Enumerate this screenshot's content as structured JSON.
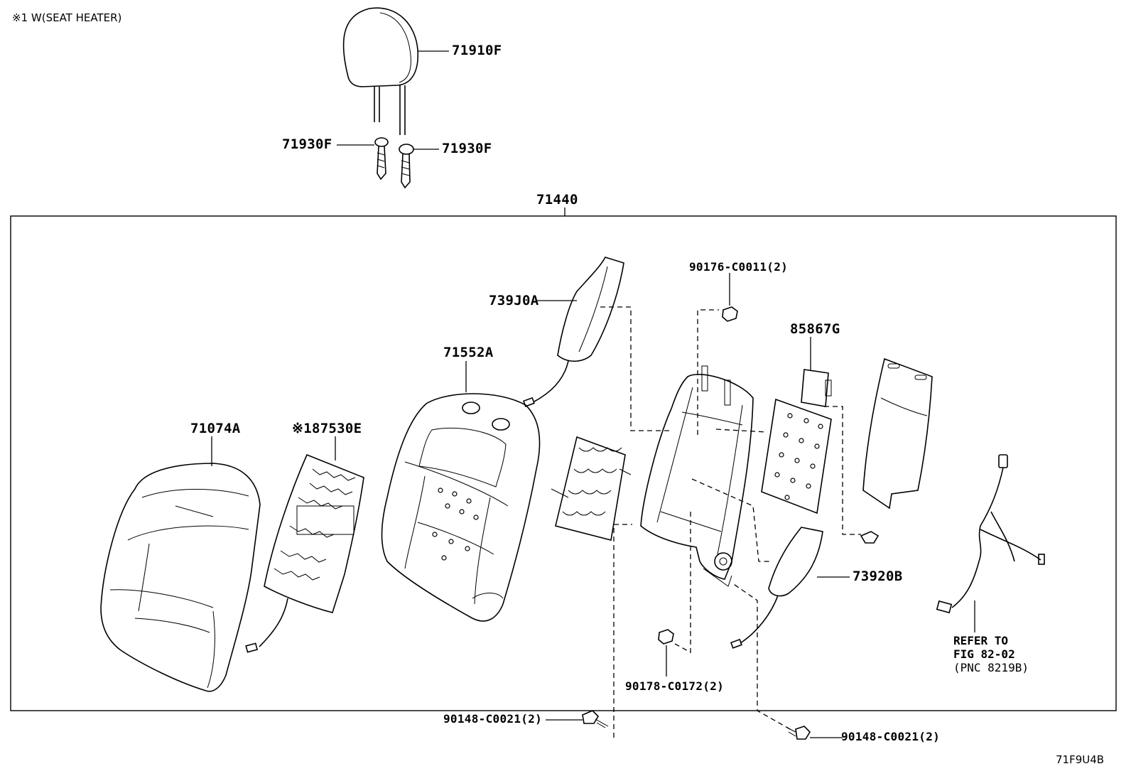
{
  "note": "※1 W(SEAT HEATER)",
  "diagram_code": "71F9U4B",
  "assembly_label": "71440",
  "parts": {
    "headrest": "71910F",
    "guide_left": "71930F",
    "guide_right": "71930F",
    "side_airbag_upper": "739J0A",
    "nut_top": "90176-C0011(2)",
    "module": "85867G",
    "pad": "71552A",
    "cover": "71074A",
    "heater": "※187530E",
    "side_airbag_lower": "73920B",
    "nut_bottom": "90178-C0172(2)",
    "bolt_left": "90148-C0021(2)",
    "bolt_right": "90148-C0021(2)"
  },
  "reference": {
    "line1": "REFER TO",
    "line2": "FIG 82-02",
    "line3": "(PNC 8219B)"
  }
}
